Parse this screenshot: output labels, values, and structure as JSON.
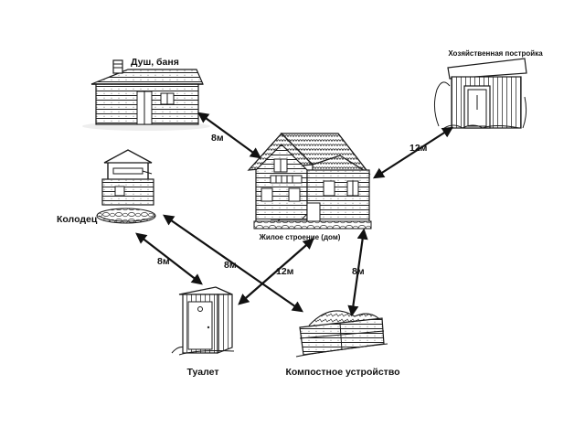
{
  "objects": {
    "bath": "Душ, баня",
    "shed": "Хозяйственная постройка",
    "house": "Жилое строение (дом)",
    "well": "Колодец",
    "toilet": "Туалет",
    "compost": "Компостное устройство"
  },
  "distances": {
    "bath_house": "8м",
    "shed_house": "12м",
    "well_toilet": "8м",
    "well_compost": "8м",
    "toilet_house": "12м",
    "compost_house": "8м"
  },
  "colors": {
    "ink": "#111111",
    "background": "#ffffff"
  }
}
